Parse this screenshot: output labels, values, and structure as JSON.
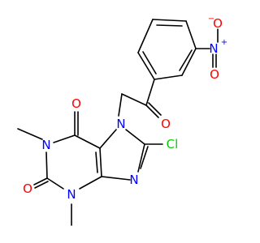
{
  "colors": {
    "bond": "#000000",
    "nitrogen": "#0000ff",
    "oxygen": "#ff0000",
    "chlorine": "#00cc00",
    "background": "#ffffff"
  },
  "atoms": {
    "nitro_n": "N",
    "nitro_charge_plus": "+",
    "nitro_o_terminal": "O",
    "nitro_charge_minus": "−",
    "nitro_o_bottom": "O",
    "ketone_o": "O",
    "n7": "N",
    "chlorine": "Cl",
    "c6_o": "O",
    "n1": "N",
    "n9": "N",
    "c2_o": "O",
    "n3": "N"
  }
}
